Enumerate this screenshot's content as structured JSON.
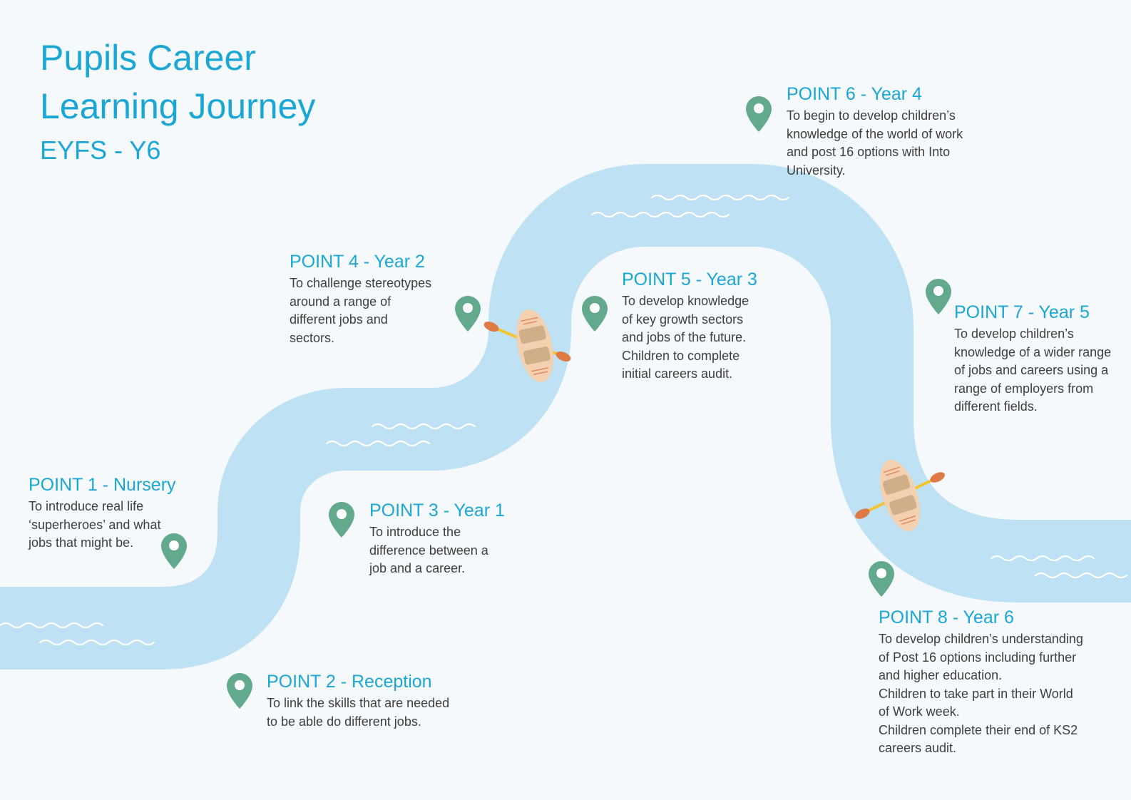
{
  "header": {
    "title_line1": "Pupils Career",
    "title_line2": "Learning Journey",
    "subtitle": "EYFS - Y6"
  },
  "colors": {
    "background": "#f5f9fc",
    "river": "#bfe1f4",
    "heading": "#1aa7d6",
    "pin": "#62a98e",
    "body_text": "#3e3e3e"
  },
  "icons": {
    "pin": "map-pin-icon",
    "boat": "canoe-icon"
  },
  "points": [
    {
      "heading": "POINT 1 - Nursery",
      "lines": [
        "To introduce real life",
        "‘superheroes’ and what",
        "jobs that might be."
      ]
    },
    {
      "heading": "POINT 2 - Reception",
      "lines": [
        "To link the skills that are needed",
        "to be able do different jobs."
      ]
    },
    {
      "heading": "POINT 3 - Year 1",
      "lines": [
        "To introduce the",
        "difference between a",
        "job and a career."
      ]
    },
    {
      "heading": "POINT 4 - Year 2",
      "lines": [
        "To challenge stereotypes",
        "around a range of",
        "different jobs and",
        "sectors."
      ]
    },
    {
      "heading": "POINT 5 - Year 3",
      "lines": [
        "To develop knowledge",
        "of key growth sectors",
        "and jobs of the future.",
        "Children to complete",
        "initial careers audit."
      ]
    },
    {
      "heading": "POINT 6 - Year 4",
      "lines": [
        "To begin to develop children’s",
        "knowledge of the world of work",
        "and post 16 options with Into",
        "University."
      ]
    },
    {
      "heading": "POINT 7 - Year 5",
      "lines": [
        "To develop children’s",
        "knowledge of a wider range",
        "of jobs and careers using a",
        "range of employers from",
        "different fields."
      ]
    },
    {
      "heading": "POINT 8 - Year 6",
      "lines": [
        "To develop children’s understanding",
        "of Post 16 options including further",
        "and higher education.",
        "Children to take part in their World",
        "of Work week.",
        "Children complete their end of KS2",
        "careers audit."
      ]
    }
  ]
}
